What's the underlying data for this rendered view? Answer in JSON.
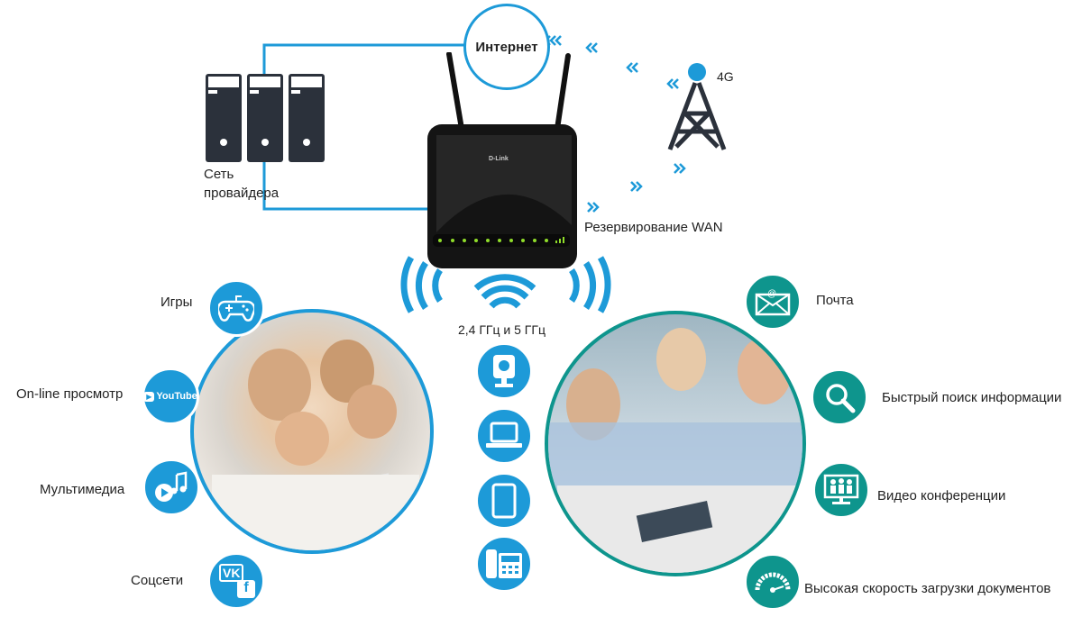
{
  "title": "Интернет",
  "provider": {
    "line1": "Сеть",
    "line2": "провайдера"
  },
  "router": {
    "brand": "D-Link"
  },
  "cellular": {
    "label": "4G"
  },
  "wan_backup": "Резервирование WAN",
  "wifi_bands": "2,4 ГГц и 5 ГГц",
  "left_features": [
    {
      "label": "Игры",
      "icon": "gamepad-icon"
    },
    {
      "label": "On-line просмотр",
      "icon": "youtube-icon",
      "badge": "YouTube"
    },
    {
      "label": "Мультимедиа",
      "icon": "music-play-icon"
    },
    {
      "label": "Соцсети",
      "icon": "vk-facebook-icon",
      "vk": "VK",
      "fb": "f"
    }
  ],
  "right_features": [
    {
      "label": "Почта",
      "icon": "mail-icon"
    },
    {
      "label": "Быстрый поиск информации",
      "icon": "search-icon"
    },
    {
      "label": "Видео конференции",
      "icon": "video-conference-icon"
    },
    {
      "label": "Высокая скорость загрузки документов",
      "icon": "speedometer-icon"
    }
  ],
  "devices": [
    "ip-camera-icon",
    "laptop-icon",
    "tablet-icon",
    "ip-phone-icon"
  ],
  "colors": {
    "blue": "#1d9ad8",
    "teal": "#0e958d",
    "dark": "#2b313b"
  }
}
